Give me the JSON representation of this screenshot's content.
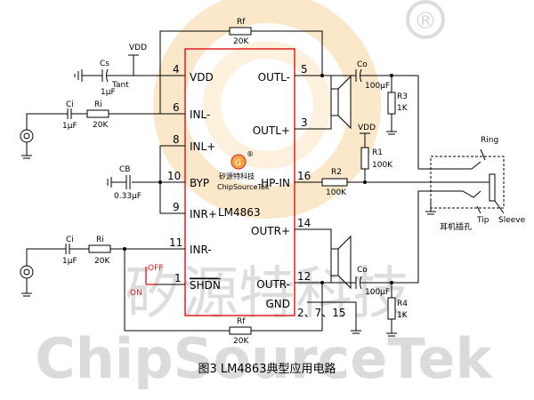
{
  "watermark": {
    "registered": "®",
    "cjk": "矽源特科技",
    "latin": "ChipSourceTek",
    "colors": {
      "ring_outer": "#f7d39c",
      "ring_inner": "#fbe6c7",
      "text": "#d8d8d8"
    }
  },
  "chip": {
    "name": "LM4863",
    "outline_color": "#e0201f",
    "logo": {
      "brand_cjk": "矽源特科技",
      "brand": "ChipSourceTek",
      "mark": "®"
    },
    "pins_left": [
      {
        "num": "4",
        "label": "VDD"
      },
      {
        "num": "6",
        "label": "INL-"
      },
      {
        "num": "8",
        "label": "INL+"
      },
      {
        "num": "10",
        "label": "BYP"
      },
      {
        "num": "9",
        "label": "INR+"
      },
      {
        "num": "11",
        "label": "INR-"
      },
      {
        "num": "1",
        "label": "SHDN"
      }
    ],
    "pins_right": [
      {
        "num": "5",
        "label": "OUTL-"
      },
      {
        "num": "3",
        "label": "OUTL+"
      },
      {
        "num": "16",
        "label": "HP-IN"
      },
      {
        "num": "14",
        "label": "OUTR+"
      },
      {
        "num": "12",
        "label": "OUTR-"
      },
      {
        "num": "2、7、15",
        "label": "GND"
      }
    ]
  },
  "components": {
    "rf_top": {
      "name": "Rf",
      "value": "20K"
    },
    "rf_bottom": {
      "name": "Rf",
      "value": "20K"
    },
    "vdd_left": "VDD",
    "vdd_right": "VDD",
    "cs": {
      "name": "Cs",
      "value": "1μF",
      "type": "Tant"
    },
    "ci_top": {
      "name": "Ci",
      "value": "1μF"
    },
    "ri_top": {
      "name": "Ri",
      "value": "20K"
    },
    "cb": {
      "name": "CB",
      "value": "0.33μF"
    },
    "ci_bottom": {
      "name": "Ci",
      "value": "1μF"
    },
    "ri_bottom": {
      "name": "Ri",
      "value": "20K"
    },
    "co_top": {
      "name": "Co",
      "value": "100μF"
    },
    "co_bottom": {
      "name": "Co",
      "value": "100μF"
    },
    "r3": {
      "name": "R3",
      "value": "1K"
    },
    "r4": {
      "name": "R4",
      "value": "1K"
    },
    "r1": {
      "name": "R1",
      "value": "100K"
    },
    "r2": {
      "name": "R2",
      "value": "100K"
    },
    "switch": {
      "off": "OFF",
      "on": "ON",
      "color": "#e0201f"
    },
    "jack": {
      "ring": "Ring",
      "tip": "Tip",
      "sleeve": "Sleeve",
      "caption": "耳机插孔"
    }
  },
  "caption": "图3 LM4863典型应用电路"
}
